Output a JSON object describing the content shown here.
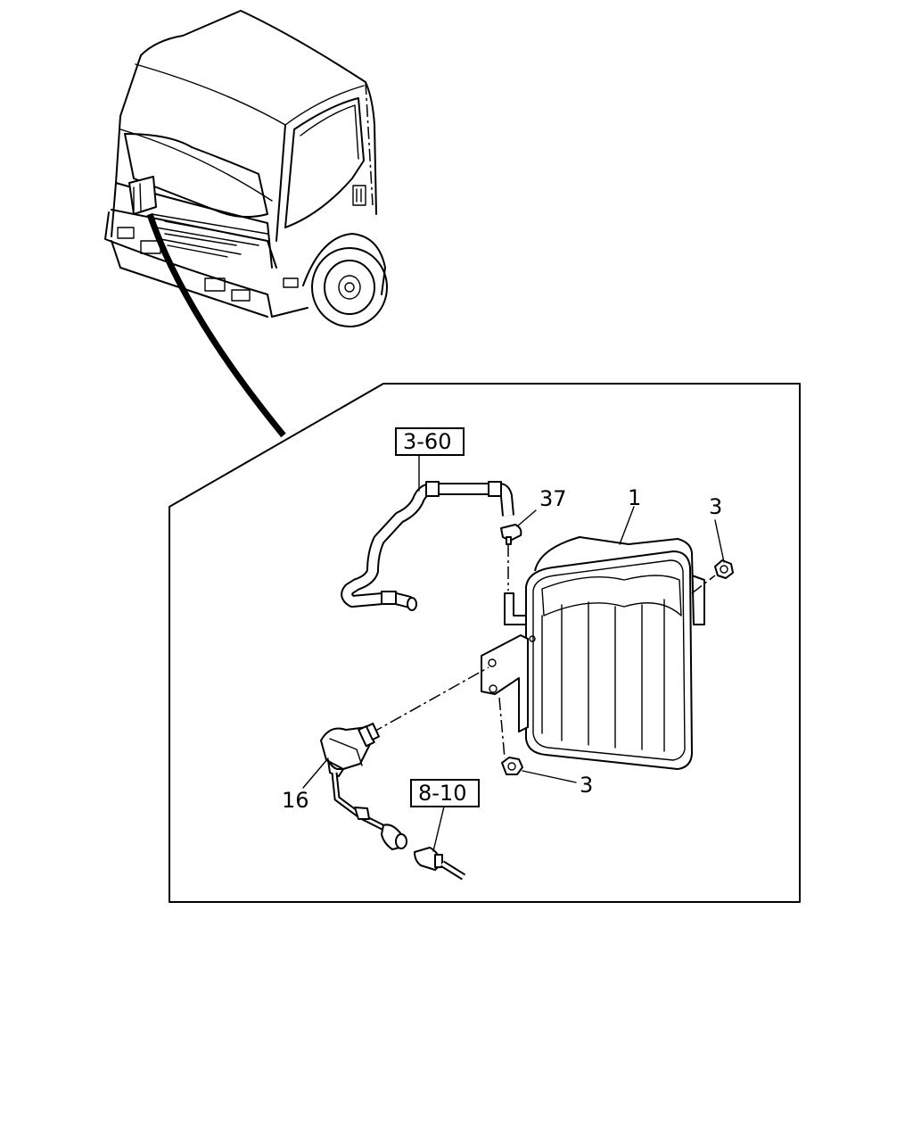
{
  "callouts": {
    "part_1": "1",
    "part_3_top": "3",
    "part_3_bottom": "3",
    "part_16": "16",
    "part_37": "37"
  },
  "references": {
    "ref_3_60": "3-60",
    "ref_8_10": "8-10"
  }
}
